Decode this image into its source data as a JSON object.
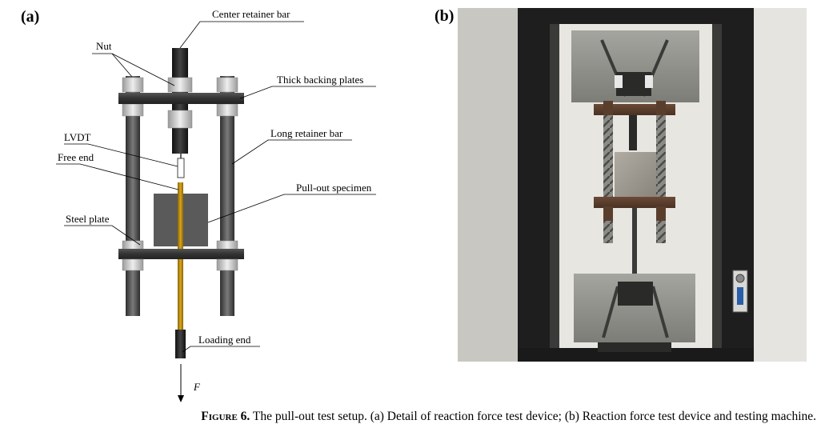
{
  "panel_a": {
    "label": "(a)",
    "labels": {
      "center_retainer_bar": "Center retainer bar",
      "nut": "Nut",
      "thick_backing_plates": "Thick backing plates",
      "long_retainer_bar": "Long retainer bar",
      "lvdt": "LVDT",
      "free_end": "Free end",
      "pull_out_specimen": "Pull-out specimen",
      "steel_plate": "Steel plate",
      "loading_end": "Loading end",
      "force": "F"
    }
  },
  "panel_b": {
    "label": "(b)"
  },
  "caption": {
    "figure": "Figure",
    "number": "6.",
    "text": " The pull-out test setup. (a) Detail of reaction force test device; (b) Reaction force test device and testing machine."
  },
  "colors": {
    "bar_dark": "#3a3a3a",
    "rebar_gold": "#b8860b",
    "specimen_gray": "#5a5a5a",
    "nut_light": "#c8c8c8",
    "machine_black": "#1e1e1e",
    "concrete_gray": "#8c8c8c"
  }
}
